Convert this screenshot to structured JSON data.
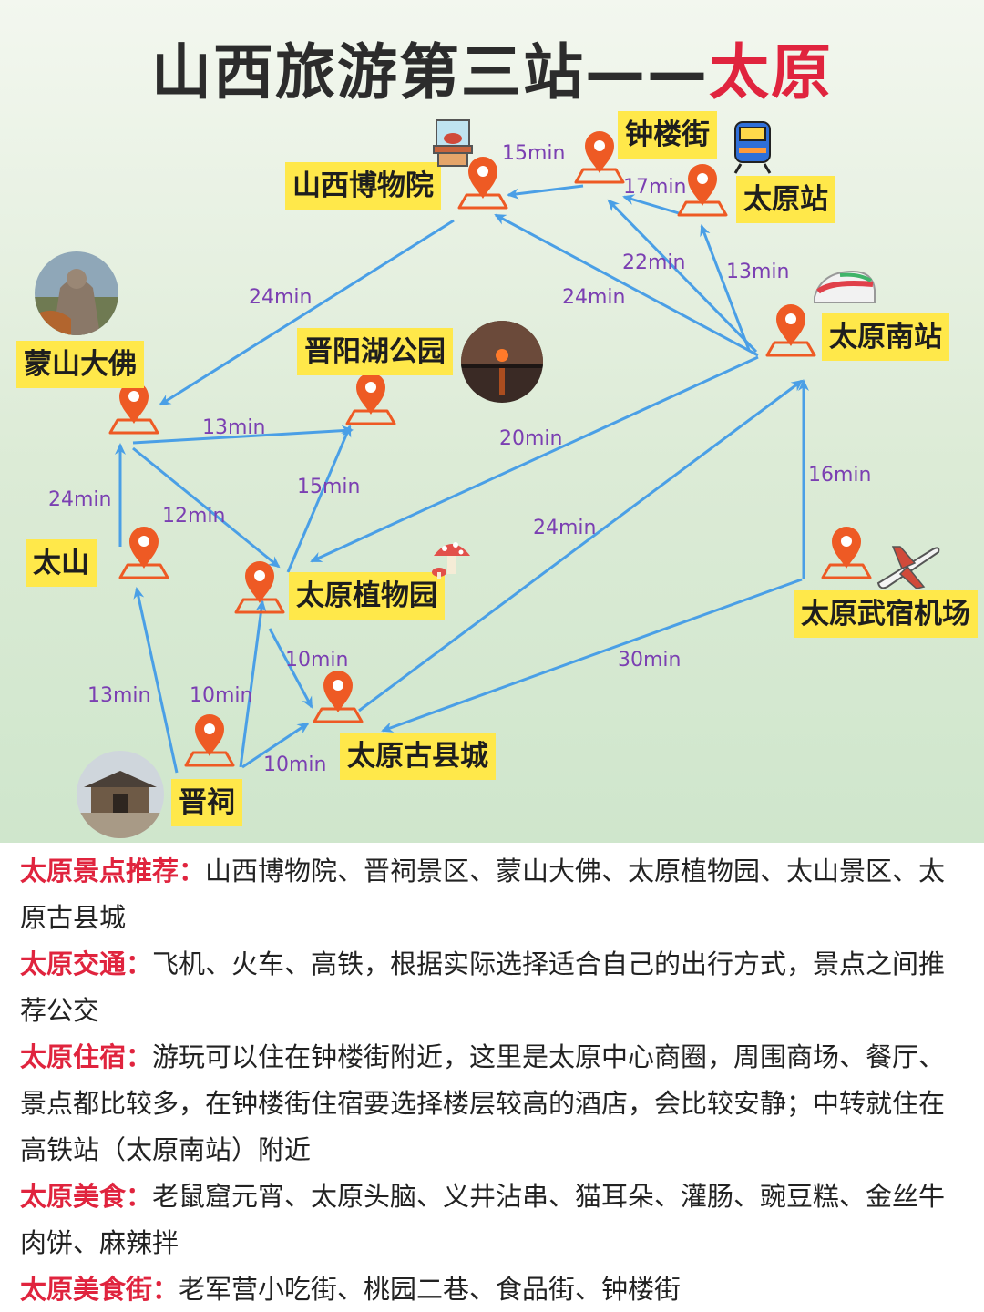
{
  "title": {
    "main": "山西旅游第三站——",
    "highlight": "太原"
  },
  "places": [
    {
      "id": "museum",
      "label": "山西博物院"
    },
    {
      "id": "zhonglou",
      "label": "钟楼街"
    },
    {
      "id": "taiyuan_station",
      "label": "太原站"
    },
    {
      "id": "south_station",
      "label": "太原南站"
    },
    {
      "id": "mengshan",
      "label": "蒙山大佛"
    },
    {
      "id": "jinyang_lake",
      "label": "晋阳湖公园"
    },
    {
      "id": "taishan",
      "label": "太山"
    },
    {
      "id": "botanical",
      "label": "太原植物园"
    },
    {
      "id": "airport",
      "label": "太原武宿机场"
    },
    {
      "id": "old_county",
      "label": "太原古县城"
    },
    {
      "id": "jinci",
      "label": "晋祠"
    }
  ],
  "routes": [
    {
      "from": "zhonglou",
      "to": "museum",
      "time": "15min"
    },
    {
      "from": "taiyuan_station",
      "to": "zhonglou",
      "time": "17min"
    },
    {
      "from": "south_station",
      "to": "zhonglou",
      "time": "22min"
    },
    {
      "from": "south_station",
      "to": "taiyuan_station",
      "time": "13min"
    },
    {
      "from": "south_station",
      "to": "museum",
      "time": "24min"
    },
    {
      "from": "museum",
      "to": "mengshan",
      "time": "24min"
    },
    {
      "from": "mengshan",
      "to": "jinyang_lake",
      "time": "13min"
    },
    {
      "from": "taishan",
      "to": "mengshan",
      "time": "24min"
    },
    {
      "from": "mengshan",
      "to": "botanical",
      "time": "12min"
    },
    {
      "from": "botanical",
      "to": "jinyang_lake",
      "time": "15min"
    },
    {
      "from": "south_station",
      "to": "botanical",
      "time": "20min"
    },
    {
      "from": "old_county",
      "to": "south_station",
      "time": "24min"
    },
    {
      "from": "airport",
      "to": "south_station",
      "time": "16min"
    },
    {
      "from": "airport",
      "to": "old_county",
      "time": "30min"
    },
    {
      "from": "jinci",
      "to": "taishan",
      "time": "13min"
    },
    {
      "from": "jinci",
      "to": "botanical",
      "time": "10min"
    },
    {
      "from": "jinci",
      "to": "old_county",
      "time": "10min"
    },
    {
      "from": "botanical",
      "to": "old_county",
      "time": "10min"
    }
  ],
  "info": [
    {
      "heading": "太原景点推荐：",
      "text": "山西博物院、晋祠景区、蒙山大佛、太原植物园、太山景区、太原古县城"
    },
    {
      "heading": "太原交通：",
      "text": "飞机、火车、高铁，根据实际选择适合自己的出行方式，景点之间推荐公交"
    },
    {
      "heading": "太原住宿：",
      "text": "游玩可以住在钟楼街附近，这里是太原中心商圈，周围商场、餐厅、景点都比较多，在钟楼街住宿要选择楼层较高的酒店，会比较安静；中转就住在高铁站（太原南站）附近"
    },
    {
      "heading": "太原美食：",
      "text": "老鼠窟元宵、太原头脑、义井沾串、猫耳朵、灌肠、豌豆糕、金丝牛肉饼、麻辣拌"
    },
    {
      "heading": "太原美食街：",
      "text": "老军营小吃街、桃园二巷、食品街、钟楼街"
    }
  ],
  "colors": {
    "route": "#4a9fe6",
    "pin": "#ee5a24",
    "label_bg": "#ffe84a",
    "time_text": "#7b3fb2",
    "highlight": "#e0243e"
  }
}
